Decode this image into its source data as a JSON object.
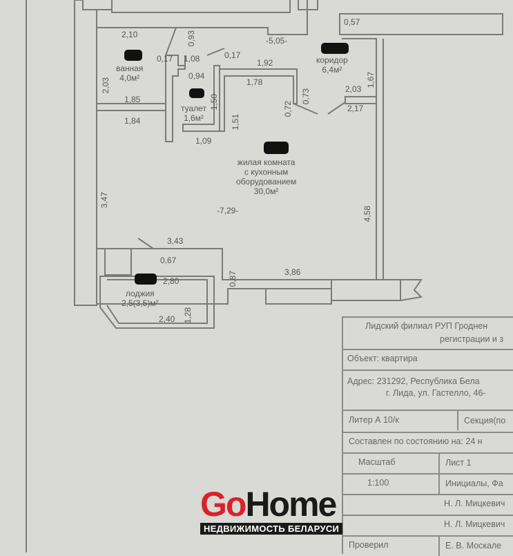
{
  "rooms": {
    "bathroom": {
      "name": "ванная",
      "area": "4,0м²"
    },
    "toilet": {
      "name": "туалет",
      "area": "1,6м²"
    },
    "corridor": {
      "name": "коридор",
      "area": "6,4м²"
    },
    "living": {
      "line1": "жилая комната",
      "line2": "с кухонным",
      "line3": "оборудованием",
      "area": "30,0м²"
    },
    "loggia": {
      "name": "лоджия",
      "area": "2,5(3,5)м²"
    }
  },
  "dimensions": {
    "d210": "2,10",
    "d093": "0,93",
    "d505": "-5,05-",
    "d057": "0,57",
    "d203v": "2,03",
    "d017a": "0,17",
    "d108": "1,08",
    "d017b": "0,17",
    "d192": "1,92",
    "d167": "1,67",
    "d094": "0,94",
    "d150": "1,50",
    "d178": "1,78",
    "d072": "0,72",
    "d073": "0,73",
    "d203h": "2,03",
    "d185": "1,85",
    "d151": "1,51",
    "d217": "2,17",
    "d184": "1,84",
    "d109": "1,09",
    "d347": "3,47",
    "d458": "4,58",
    "d729": "-7,29-",
    "d343": "3,43",
    "d067": "0,67",
    "d087": "0,87",
    "d280": "2,80",
    "d386": "3,86",
    "d128": "1,28",
    "d240": "2,40"
  },
  "title_block": {
    "org_line1": "Лидский филиал РУП Гроднен",
    "org_line2": "регистрации и з",
    "object": "Объект: квартира",
    "address_line1": "Адрес:  231292, Республика Бела",
    "address_line2": "г. Лида, ул. Гастелло, 46-",
    "liter": "Литер  А 10/к",
    "section": "Секция(по",
    "composed": "Составлен по состоянию на: 24 н",
    "scale_label": "Масштаб",
    "sheet": "Лист 1",
    "scale_value": "1:100",
    "initials": "Инициалы, Фа",
    "compiled_by": "Н. Л. Мицкевич",
    "executor": "Н. Л. Мицкевич",
    "checked_label": "Проверил",
    "checked_by": "Е. В. Москале"
  },
  "watermark": {
    "brand_go": "Go",
    "brand_home": "Home",
    "tagline": "НЕДВИЖИМОСТЬ БЕЛАРУСИ"
  }
}
